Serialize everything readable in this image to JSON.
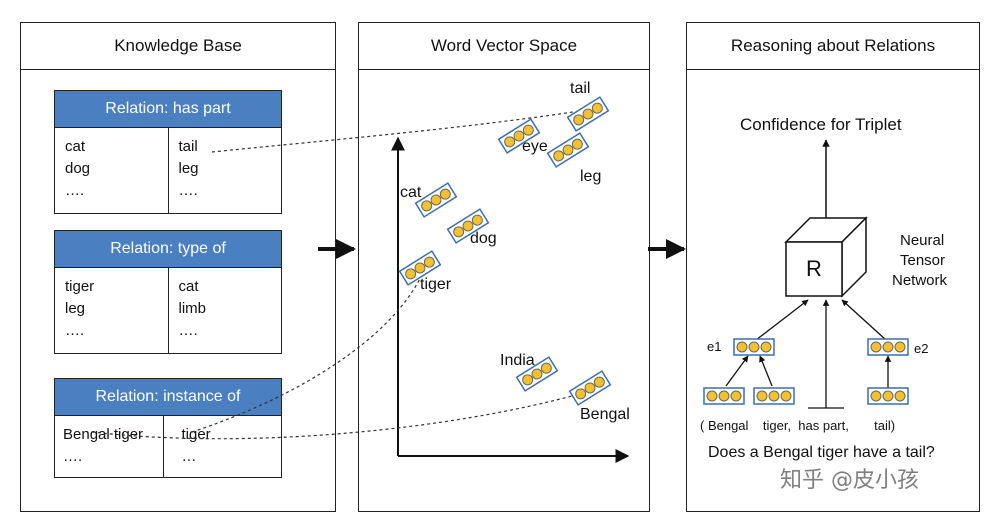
{
  "panels": {
    "knowledge_base": {
      "title": "Knowledge Base"
    },
    "word_vector_space": {
      "title": "Word Vector Space"
    },
    "reasoning": {
      "title": "Reasoning about Relations"
    }
  },
  "relations": [
    {
      "header": "Relation: has part",
      "left": [
        "cat",
        "dog",
        "…."
      ],
      "right": [
        "tail",
        "leg",
        "…."
      ]
    },
    {
      "header": "Relation: type of",
      "left": [
        "tiger",
        "leg",
        "…."
      ],
      "right": [
        "cat",
        "limb",
        "…."
      ]
    },
    {
      "header": "Relation: instance of",
      "left": [
        "Bengal tiger",
        "…."
      ],
      "right": [
        "tiger",
        "…"
      ]
    }
  ],
  "vector_words": {
    "tail": "tail",
    "eye": "eye",
    "leg": "leg",
    "cat": "cat",
    "dog": "dog",
    "tiger": "tiger",
    "india": "India",
    "bengal": "Bengal"
  },
  "reasoning": {
    "confidence": "Confidence for Triplet",
    "r_label": "R",
    "network": [
      "Neural",
      "Tensor",
      "Network"
    ],
    "e1": "e1",
    "e2": "e2",
    "triplet": "( Bengal    tiger,  has part,       tail)",
    "question": "Does a Bengal tiger have a tail?"
  },
  "watermark": "知乎 @皮小孩",
  "colors": {
    "header_blue": "#4a7fc1",
    "dot_yellow": "#f2c12e",
    "vector_border": "#3a6fb0"
  }
}
